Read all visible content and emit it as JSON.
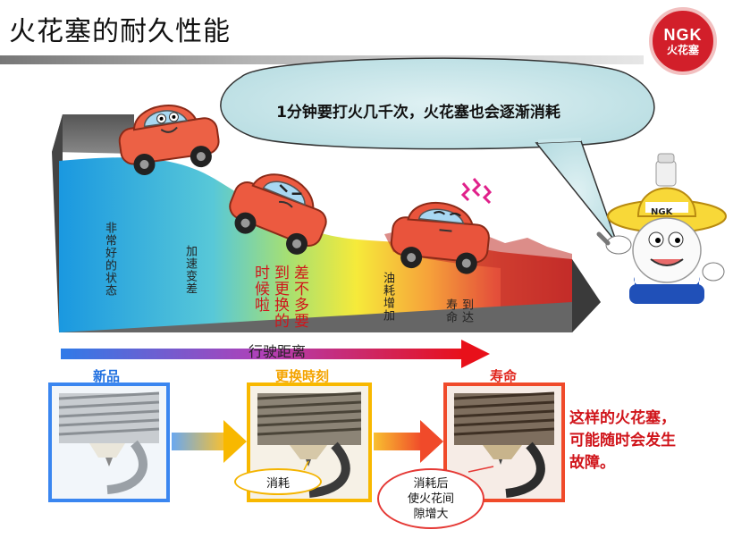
{
  "page": {
    "title": "火花塞的耐久性能",
    "logo": {
      "brand": "NGK",
      "sub": "火花塞"
    }
  },
  "speech_bubble": "1分钟要打火几千次，火花塞也会逐渐消耗",
  "mascot": {
    "hat_label": "NGK"
  },
  "stages": [
    {
      "text": "非常好的状态"
    },
    {
      "text": "加速变差"
    },
    {
      "text_col1": "差不多要",
      "text_col2": "到更换的",
      "text_col3": "时候啦"
    },
    {
      "text": "油耗增加"
    },
    {
      "text_col1": "到达",
      "text_col2": "寿命"
    }
  ],
  "axis_label": "行驶距离",
  "plugs": [
    {
      "label": "新品",
      "label_color": "#1f6fe0",
      "border": "#3a86f0"
    },
    {
      "label": "更换時刻",
      "label_color": "#f4a400",
      "border": "#f8b800"
    },
    {
      "label": "寿命",
      "label_color": "#e0261e",
      "border": "#f04a2a"
    }
  ],
  "callouts": {
    "worn": "消耗",
    "gap": [
      "消耗后",
      "使火花间",
      "隙增大"
    ]
  },
  "warning": [
    "这样的火花塞，",
    "可能随时会发生",
    "故障。"
  ],
  "colors": {
    "accent_red": "#d0151b",
    "arrow_blue": "#3a86f0",
    "arrow_red": "#e8101a"
  }
}
